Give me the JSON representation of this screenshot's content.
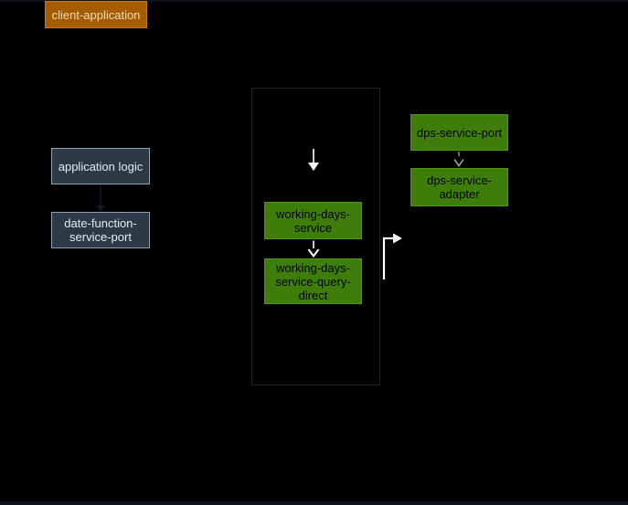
{
  "diagram": {
    "nodes": {
      "client_application": {
        "label": "client-application",
        "type": "client"
      },
      "application_logic": {
        "label": "application logic",
        "type": "logic"
      },
      "date_function_service_port": {
        "label": "date-function-service-port",
        "type": "port"
      },
      "working_days_service": {
        "label": "working-days-service",
        "type": "service"
      },
      "working_days_service_query_direct": {
        "label": "working-days-service-query-direct",
        "type": "service"
      },
      "dps_service_port": {
        "label": "dps-service-port",
        "type": "port"
      },
      "dps_service_adapter": {
        "label": "dps-service-adapter",
        "type": "adapter"
      }
    },
    "edges": [
      {
        "from": "application_logic",
        "to": "date_function_service_port",
        "style": "dark-arrow"
      },
      {
        "from": "container-top",
        "to": "working_days_service",
        "style": "white-arrow"
      },
      {
        "from": "working_days_service",
        "to": "working_days_service_query_direct",
        "style": "white-open-arrow"
      },
      {
        "from": "working_days_service_query_direct",
        "to": "right",
        "style": "white-elbow-arrow"
      },
      {
        "from": "dps_service_port",
        "to": "dps_service_adapter",
        "style": "gray-open-arrow"
      }
    ],
    "colors": {
      "background": "#000000",
      "client_fill": "#a55c00",
      "client_border": "#bf7b17",
      "client_text": "#eedcbc",
      "slate_fill": "#2d3a46",
      "slate_border": "#8ca3b3",
      "slate_text": "#e4ecf2",
      "green_fill": "#3f7d0b",
      "green_border": "#4e9a0e",
      "green_text": "#000000",
      "container_border": "#232323",
      "arrow_white": "#ffffff",
      "arrow_gray": "#b2b2b2",
      "arrow_dark": "#0f1d2b"
    }
  }
}
